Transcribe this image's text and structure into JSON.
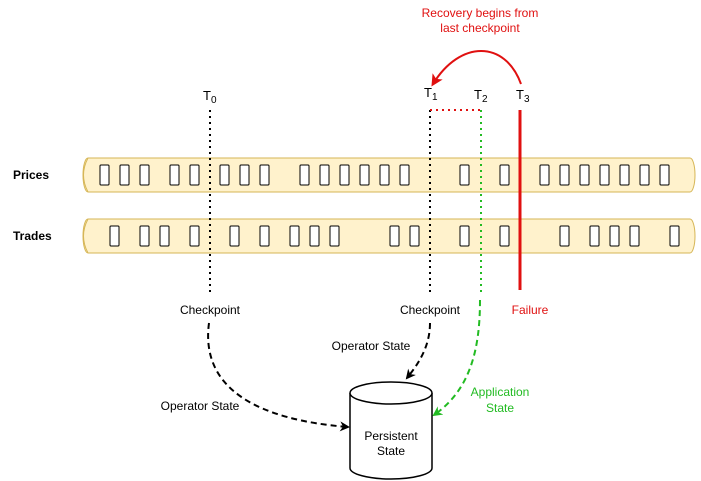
{
  "streams": {
    "prices": "Prices",
    "trades": "Trades"
  },
  "times": [
    {
      "base": "T",
      "sub": "0"
    },
    {
      "base": "T",
      "sub": "1"
    },
    {
      "base": "T",
      "sub": "2"
    },
    {
      "base": "T",
      "sub": "3"
    }
  ],
  "recovery": {
    "line1": "Recovery begins from",
    "line2": "last checkpoint"
  },
  "checkpoint_left": "Checkpoint",
  "checkpoint_right": "Checkpoint",
  "failure": "Failure",
  "operator_state_upper": "Operator State",
  "operator_state_lower": "Operator State",
  "application_state": {
    "line1": "Application",
    "line2": "State"
  },
  "persistent_state": {
    "line1": "Persistent",
    "line2": "State"
  },
  "colors": {
    "stream_fill": "#fff2cc",
    "stream_stroke": "#d6b656",
    "failure": "#e01010",
    "application": "#22bb22",
    "black": "#000000"
  }
}
